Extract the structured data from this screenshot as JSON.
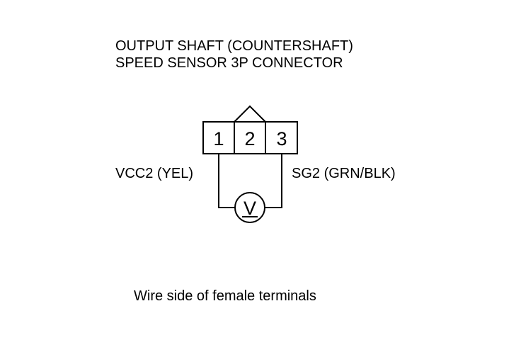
{
  "title": {
    "line1": "OUTPUT SHAFT (COUNTERSHAFT)",
    "line2": "SPEED SENSOR 3P CONNECTOR"
  },
  "connector": {
    "pins": [
      "1",
      "2",
      "3"
    ]
  },
  "labels": {
    "left_wire": "VCC2 (YEL)",
    "right_wire": "SG2 (GRN/BLK)"
  },
  "meter": {
    "symbol": "V",
    "icon": "voltmeter-icon"
  },
  "caption": "Wire side of female terminals",
  "colors": {
    "line": "#000000",
    "background": "#ffffff"
  }
}
